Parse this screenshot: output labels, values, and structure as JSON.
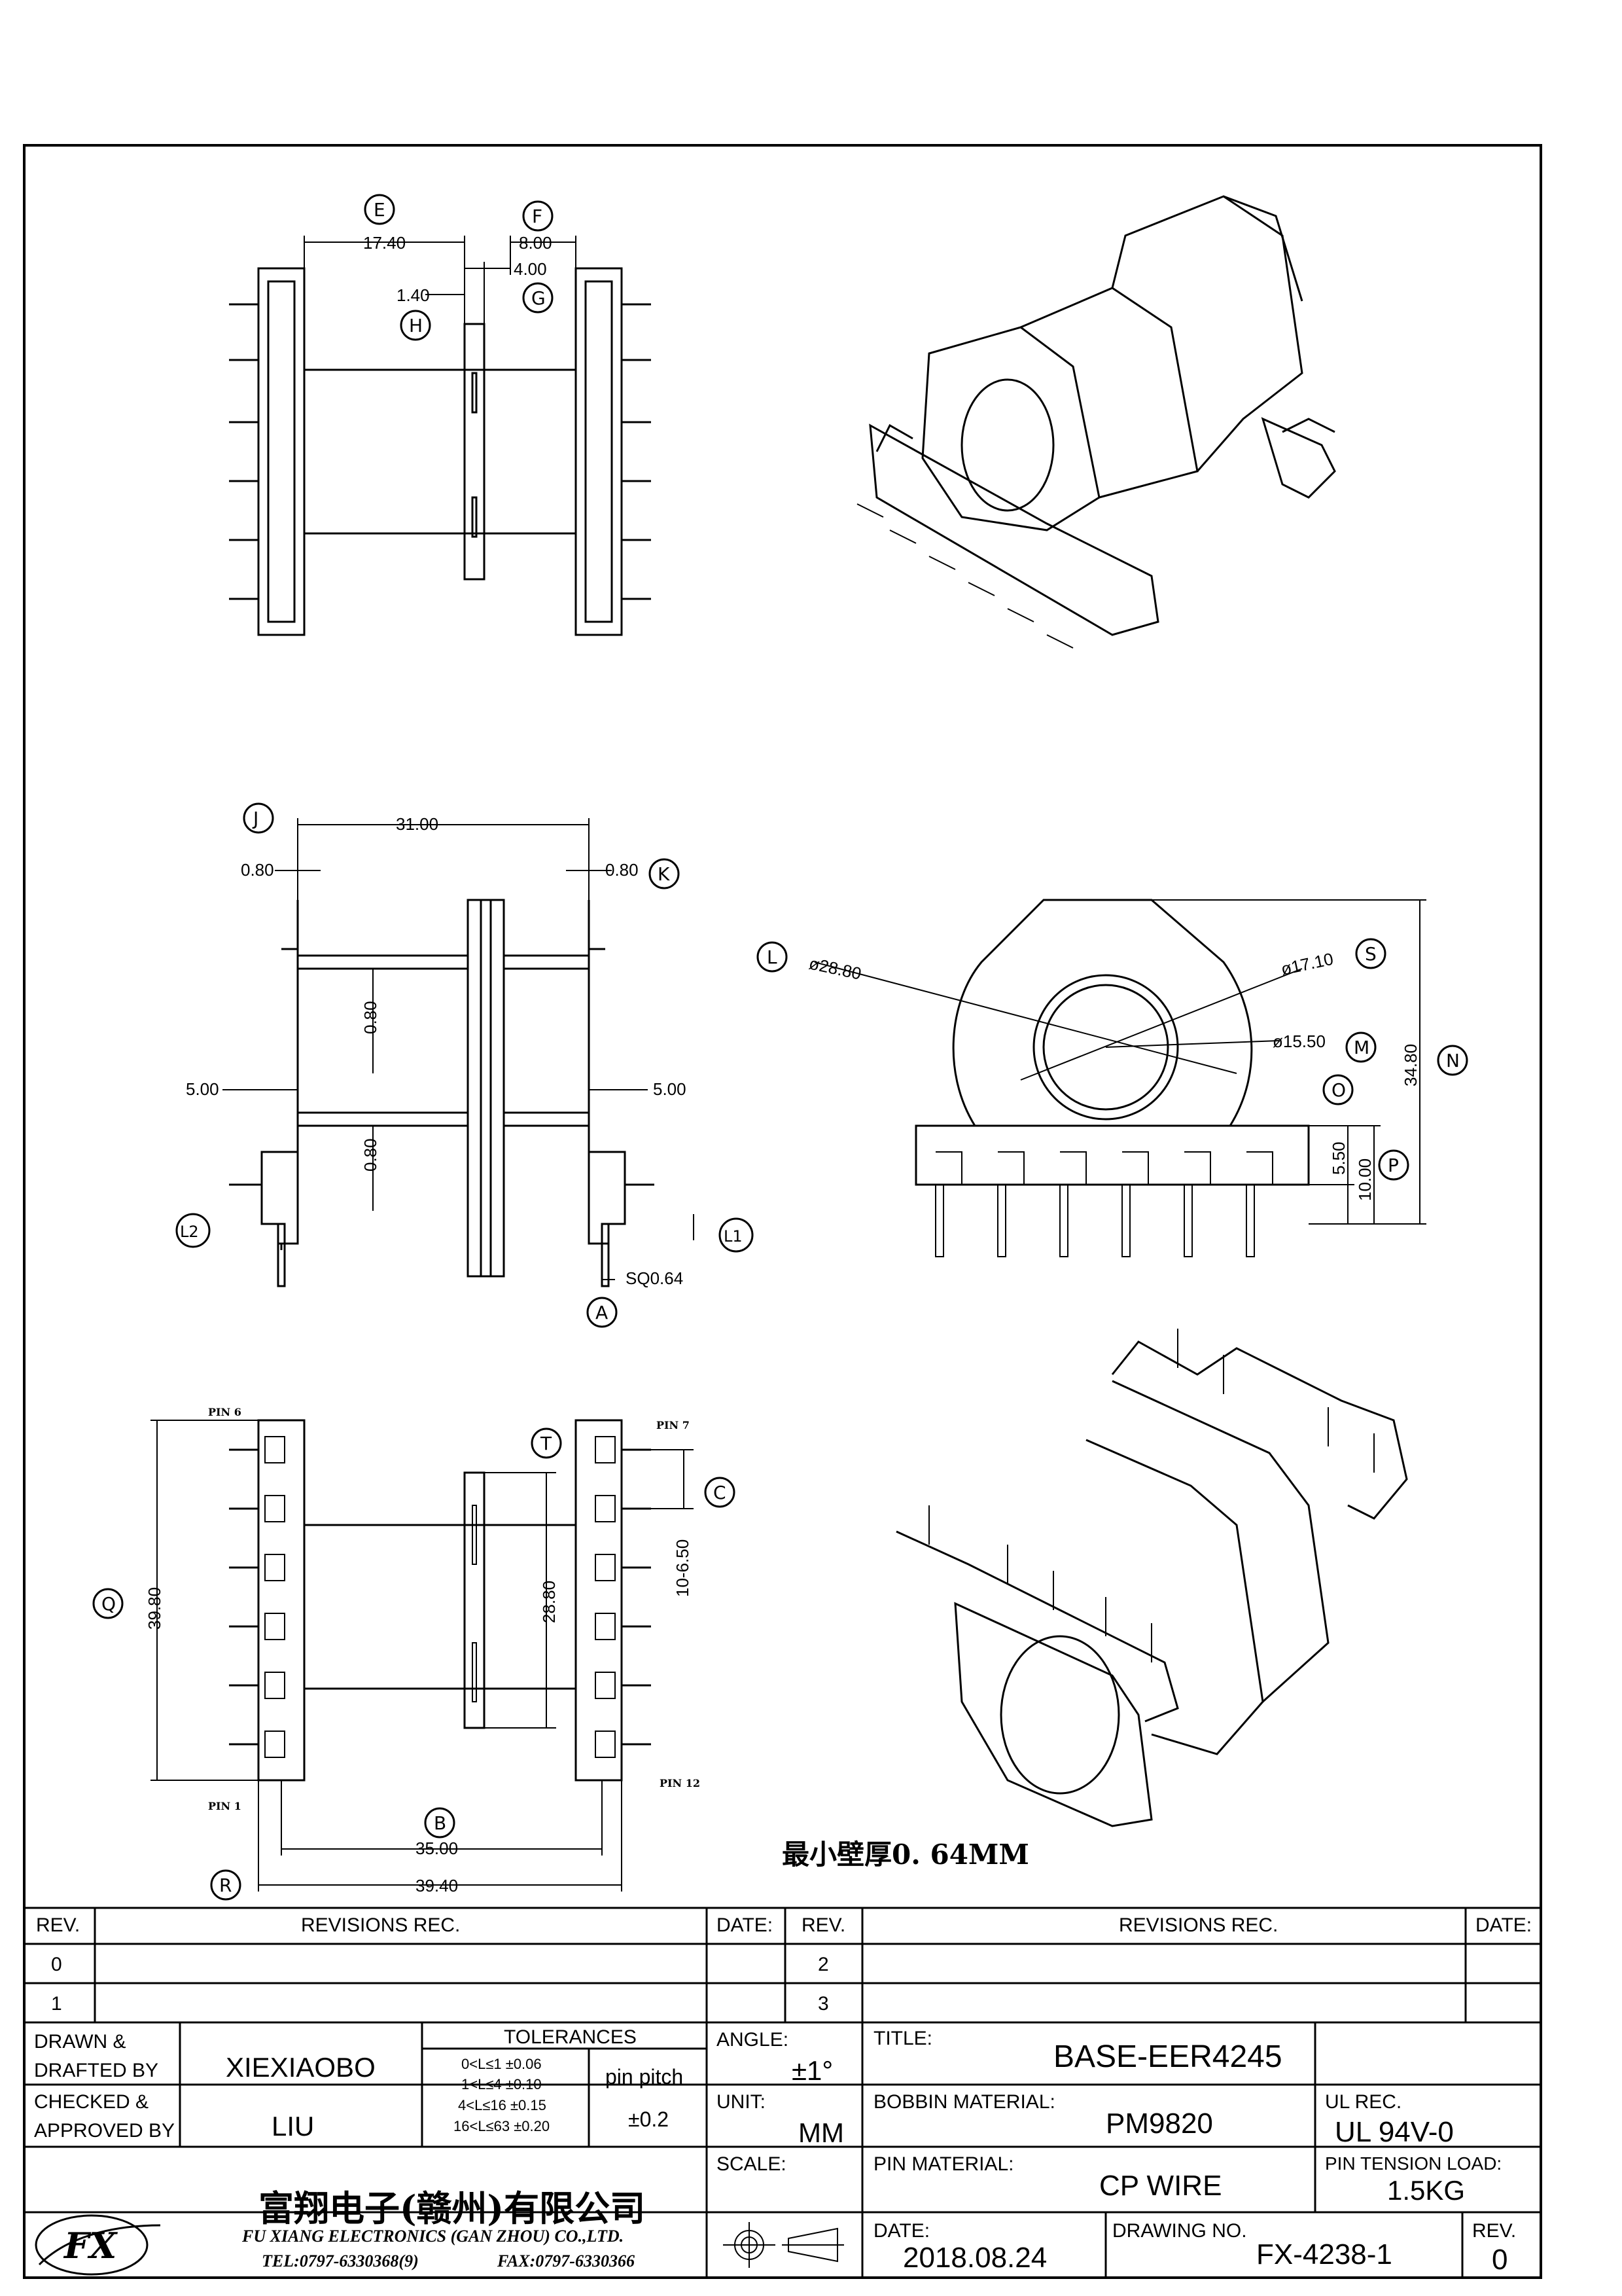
{
  "views": {
    "top": {
      "dim_E": "17.40",
      "dim_F": "8.00",
      "dim_G": "4.00",
      "dim_H": "1.40",
      "callouts": [
        "E",
        "F",
        "G",
        "H"
      ]
    },
    "side": {
      "dim_J_total": "31.00",
      "dim_J": "0.80",
      "dim_K": "0.80",
      "dim_mid_top": "0.80",
      "dim_mid_bot": "0.80",
      "dim_left_5": "5.00",
      "dim_right_5": "5.00",
      "dim_A": "SQ0.64",
      "callouts": [
        "J",
        "K",
        "L2",
        "L1",
        "A"
      ]
    },
    "end": {
      "dim_L": "ø28.80",
      "dim_S": "ø17.10",
      "dim_M": "ø15.50",
      "dim_N": "34.80",
      "dim_O": "5.50",
      "dim_P": "10.00",
      "callouts": [
        "L",
        "S",
        "M",
        "O",
        "N",
        "P"
      ]
    },
    "bottom": {
      "pin6": "PIN 6",
      "pin7": "PIN 7",
      "pin1": "PIN 1",
      "pin12": "PIN 12",
      "dim_Q": "39.80",
      "dim_T": "28.80",
      "dim_C": "10-6.50",
      "dim_B": "35.00",
      "dim_R": "39.40",
      "callouts": [
        "T",
        "C",
        "Q",
        "B",
        "R"
      ]
    }
  },
  "note": "最小壁厚0. 64MM",
  "title_block": {
    "rev_header": "REV.",
    "revisions_header": "REVISIONS   REC.",
    "date_header": "DATE:",
    "rev_rows_left": [
      "0",
      "1"
    ],
    "rev_rows_right": [
      "2",
      "3"
    ],
    "drawn_label": "DRAWN &\nDRAFTED BY",
    "drawn_value": "XIEXIAOBO",
    "checked_label": "CHECKED &\nAPPROVED BY",
    "checked_value": "LIU",
    "tolerances_header": "TOLERANCES",
    "tol_lines": [
      "0<L≤1    ±0.06",
      "1<L≤4    ±0.10",
      "4<L≤16  ±0.15",
      "16<L≤63 ±0.20"
    ],
    "pin_pitch_label": "pin pitch",
    "pin_pitch_value": "±0.2",
    "angle_label": "ANGLE:",
    "angle_value": "±1°",
    "unit_label": "UNIT:",
    "unit_value": "MM",
    "scale_label": "SCALE:",
    "title_label": "TITLE:",
    "title_value": "BASE-EER4245",
    "bobbin_label": "BOBBIN  MATERIAL:",
    "bobbin_value": "PM9820",
    "ul_label": "UL  REC.",
    "ul_value": "UL  94V-0",
    "pin_material_label": "PIN  MATERIAL:",
    "pin_material_value": "CP  WIRE",
    "tension_label": "PIN  TENSION  LOAD:",
    "tension_value": "1.5KG",
    "date_label": "DATE:",
    "date_value": "2018.08.24",
    "drawing_no_label": "DRAWING  NO.",
    "drawing_no_value": "FX-4238-1",
    "rev_label": "REV.",
    "rev_value": "0",
    "company_cn": "富翔电子(赣州)有限公司",
    "company_en": "FU XIANG ELECTRONICS (GAN ZHOU) CO.,LTD.",
    "company_tel": "TEL:0797-6330368(9)",
    "company_fax": "FAX:0797-6330366",
    "logo_text": "FX"
  }
}
